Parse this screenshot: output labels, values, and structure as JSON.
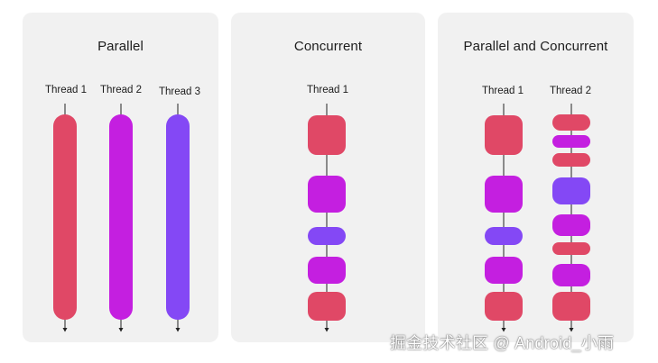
{
  "colors": {
    "red": "#e04866",
    "magenta": "#c41fe0",
    "violet": "#8448f5",
    "line": "#222222",
    "panel": "#f1f1f1"
  },
  "panels": [
    {
      "title": "Parallel",
      "threads": [
        {
          "label": "Thread 1",
          "tasks": [
            {
              "color": "red",
              "kind": "long"
            }
          ]
        },
        {
          "label": "Thread 2",
          "tasks": [
            {
              "color": "magenta",
              "kind": "long"
            }
          ]
        },
        {
          "label": "Thread 3",
          "tasks": [
            {
              "color": "violet",
              "kind": "long"
            }
          ]
        }
      ]
    },
    {
      "title": "Concurrent",
      "threads": [
        {
          "label": "Thread 1",
          "tasks": [
            {
              "color": "red",
              "kind": "block"
            },
            {
              "color": "magenta",
              "kind": "block"
            },
            {
              "color": "violet",
              "kind": "pill"
            },
            {
              "color": "magenta",
              "kind": "mid"
            },
            {
              "color": "red",
              "kind": "mid"
            }
          ]
        }
      ]
    },
    {
      "title": "Parallel and Concurrent",
      "threads": [
        {
          "label": "Thread 1",
          "tasks": [
            {
              "color": "red",
              "kind": "block"
            },
            {
              "color": "magenta",
              "kind": "block"
            },
            {
              "color": "violet",
              "kind": "pill"
            },
            {
              "color": "magenta",
              "kind": "mid"
            },
            {
              "color": "red",
              "kind": "mid"
            }
          ]
        },
        {
          "label": "Thread 2",
          "tasks": [
            {
              "color": "red",
              "kind": "thin"
            },
            {
              "color": "magenta",
              "kind": "thin"
            },
            {
              "color": "red",
              "kind": "thin"
            },
            {
              "color": "violet",
              "kind": "mid"
            },
            {
              "color": "magenta",
              "kind": "mid"
            },
            {
              "color": "red",
              "kind": "thin"
            },
            {
              "color": "magenta",
              "kind": "mid"
            },
            {
              "color": "red",
              "kind": "mid"
            }
          ]
        }
      ]
    }
  ],
  "watermark": "掘金技术社区 @ Android_小雨"
}
